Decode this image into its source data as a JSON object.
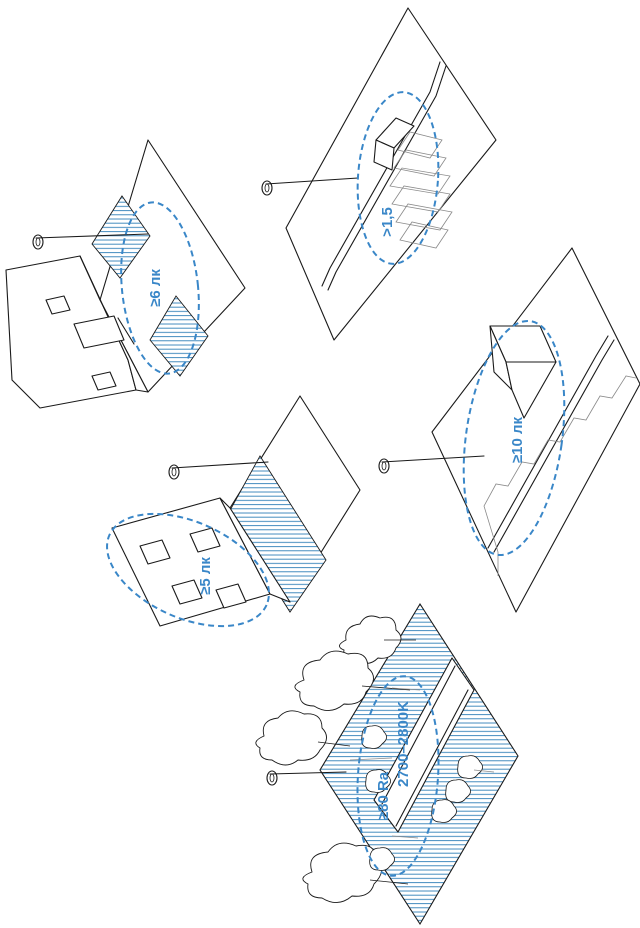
{
  "scenes": [
    {
      "id": "entrance",
      "label": "≥6 лк"
    },
    {
      "id": "crosswalk",
      "label": ">1,5"
    },
    {
      "id": "facade",
      "label": "≥5 лк"
    },
    {
      "id": "stairs",
      "label": "≥10 лк"
    },
    {
      "id": "park",
      "label_line1": "≥80 Ra",
      "label_line2": "2700–2800K"
    }
  ],
  "colors": {
    "accent": "#3a87c8",
    "hatch": "#2f7fb8",
    "line": "#1a1a1a"
  }
}
